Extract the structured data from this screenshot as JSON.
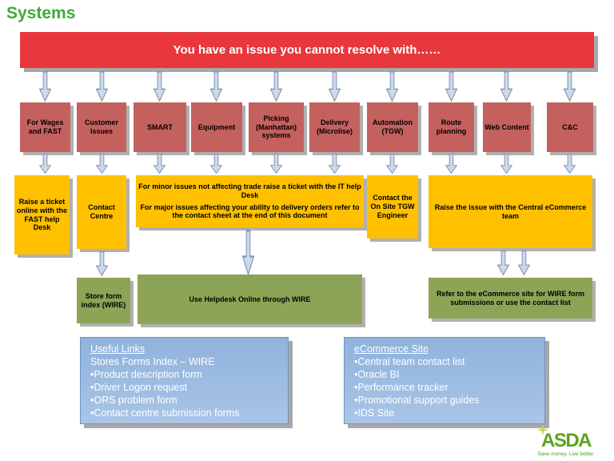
{
  "title": "Systems",
  "banner": "You have an issue you cannot resolve with……",
  "row1": [
    "For Wages and FAST",
    "Customer Issues",
    "SMART",
    "Equipment",
    "Picking (Manhattan) systems",
    "Delivery (Microlise)",
    "Automation (TGW)",
    "Route planning",
    "Web Content",
    "C&C"
  ],
  "row2": {
    "fast": "Raise a ticket online with the FAST help Desk",
    "contact_centre": "Contact Centre",
    "it_line1": "For minor issues  not affecting trade  raise a ticket with the IT help Desk",
    "it_line2": "For major issues affecting your ability to delivery orders refer to the contact sheet at the end of this document",
    "tgw": "Contact the On Site TGW Engineer",
    "ecommerce": "Raise the issue with the Central eCommerce team"
  },
  "row3": {
    "wire": "Store form index (WIRE)",
    "helpdesk": "Use Helpdesk  Online through WIRE",
    "ecommerce_site": "Refer to the eCommerce site for WIRE form submissions or use the contact list"
  },
  "useful_links": {
    "header": "Useful Links",
    "items": [
      "Stores Forms Index – WIRE",
      "•Product description form",
      "•Driver Logon request",
      "•ORS problem form",
      "•Contact centre submission forms"
    ]
  },
  "ecommerce_links": {
    "header": "eCommerce Site",
    "items": [
      "•Central team contact list",
      "•Oracle BI",
      "•Performance tracker",
      "•Promotional support guides",
      "•IDS Site"
    ]
  },
  "logo": {
    "name": "ASDA",
    "tagline": "Save money. Live better."
  },
  "colors": {
    "banner_red": "#e8383d",
    "box_salmon": "#c4615e",
    "box_yellow": "#ffc000",
    "box_green": "#8da355",
    "box_blue": "#8fb2dc",
    "title_green": "#3faa34",
    "asda_green": "#5ba41e"
  }
}
